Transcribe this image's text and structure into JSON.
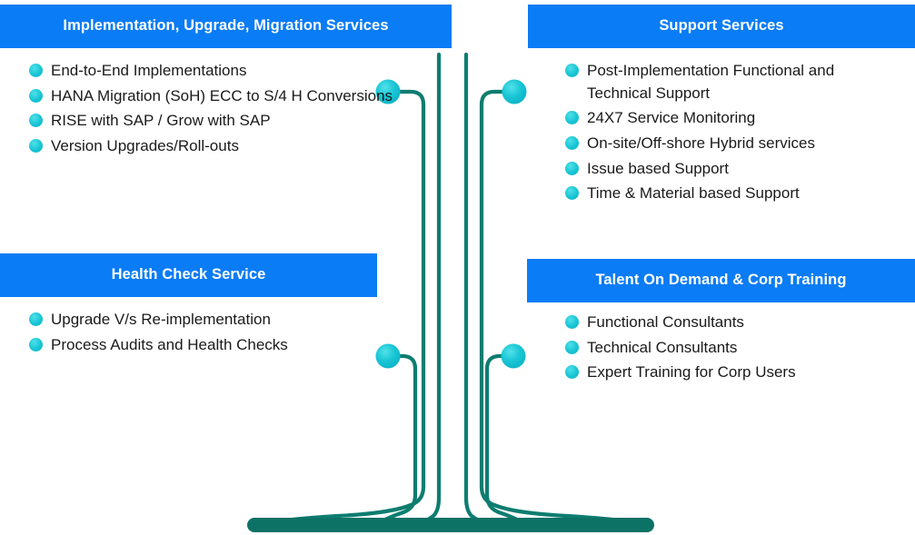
{
  "diagram": {
    "title": "SAP Services Capability Tree",
    "colors": {
      "header_blue": "#0a7cf5",
      "bullet_cyan": "#17c4d4",
      "branch_teal": "#0d7d70",
      "base_teal": "#0d7266",
      "text_dark": "#1a1a1a",
      "header_text": "#ffffff"
    },
    "panels": [
      {
        "id": "implementation",
        "header": "Implementation, Upgrade, Migration Services",
        "items": [
          "End-to-End Implementations",
          "HANA Migration (SoH)  ECC to S/4 H Conversions",
          "RISE with SAP / Grow with SAP",
          "Version Upgrades/Roll-outs"
        ]
      },
      {
        "id": "support",
        "header": "Support Services",
        "items": [
          "Post-Implementation Functional  and Technical Support",
          "24X7 Service Monitoring",
          "On-site/Off-shore Hybrid services",
          "Issue based Support",
          "Time & Material based Support"
        ]
      },
      {
        "id": "health-check",
        "header": "Health Check Service",
        "items": [
          "Upgrade V/s Re-implementation",
          "Process Audits and Health Checks"
        ]
      },
      {
        "id": "talent",
        "header": "Talent On Demand &  Corp Training",
        "items": [
          "Functional Consultants",
          "Technical Consultants",
          "Expert Training for Corp Users"
        ]
      }
    ],
    "nodes": [
      {
        "id": "node-implementation",
        "label": "implementation-branch-node"
      },
      {
        "id": "node-support",
        "label": "support-branch-node"
      },
      {
        "id": "node-health-check",
        "label": "health-check-branch-node"
      },
      {
        "id": "node-talent",
        "label": "talent-branch-node"
      }
    ]
  }
}
